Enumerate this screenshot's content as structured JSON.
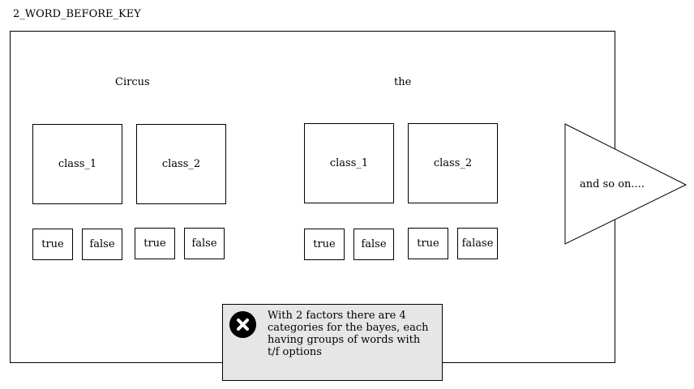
{
  "title": "2_WORD_BEFORE_KEY",
  "groups": [
    {
      "word": "Circus",
      "classes": [
        "class_1",
        "class_2"
      ],
      "options": [
        "true",
        "false",
        "true",
        "false"
      ]
    },
    {
      "word": "the",
      "classes": [
        "class_1",
        "class_2"
      ],
      "options": [
        "true",
        "false",
        "true",
        "falase"
      ]
    }
  ],
  "continuation_label": "and so on....",
  "note": {
    "icon": "close-circle-icon",
    "text": "With 2 factors there are 4 categories for the bayes, each having groups of words with t/f options"
  },
  "colors": {
    "note_background": "#e6e6e6",
    "icon_fill": "#000000"
  }
}
